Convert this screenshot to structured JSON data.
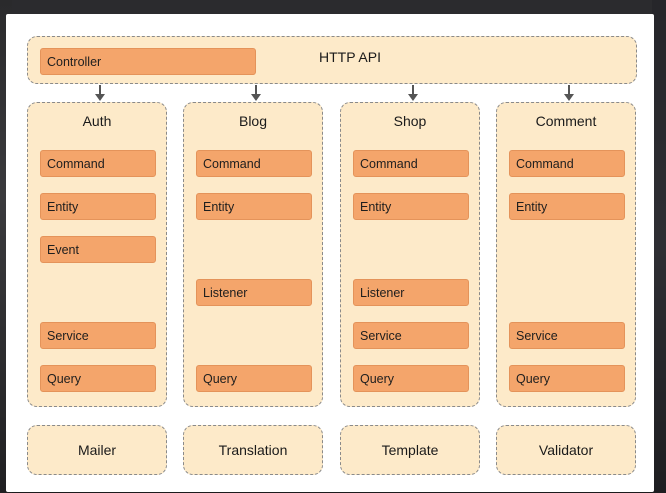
{
  "api": {
    "title": "HTTP API",
    "controller": "Controller"
  },
  "columns": [
    {
      "title": "Auth",
      "items": [
        "Command",
        "Entity",
        "Event",
        "Service",
        "Query"
      ]
    },
    {
      "title": "Blog",
      "items": [
        "Command",
        "Entity",
        "Listener",
        "Query"
      ]
    },
    {
      "title": "Shop",
      "items": [
        "Command",
        "Entity",
        "Listener",
        "Service",
        "Query"
      ]
    },
    {
      "title": "Comment",
      "items": [
        "Command",
        "Entity",
        "Service",
        "Query"
      ]
    }
  ],
  "infra": [
    "Mailer",
    "Translation",
    "Template",
    "Validator"
  ],
  "colors": {
    "module_bg": "#fdeac9",
    "chip": "#f4a56b",
    "border": "#8a8a8a"
  }
}
